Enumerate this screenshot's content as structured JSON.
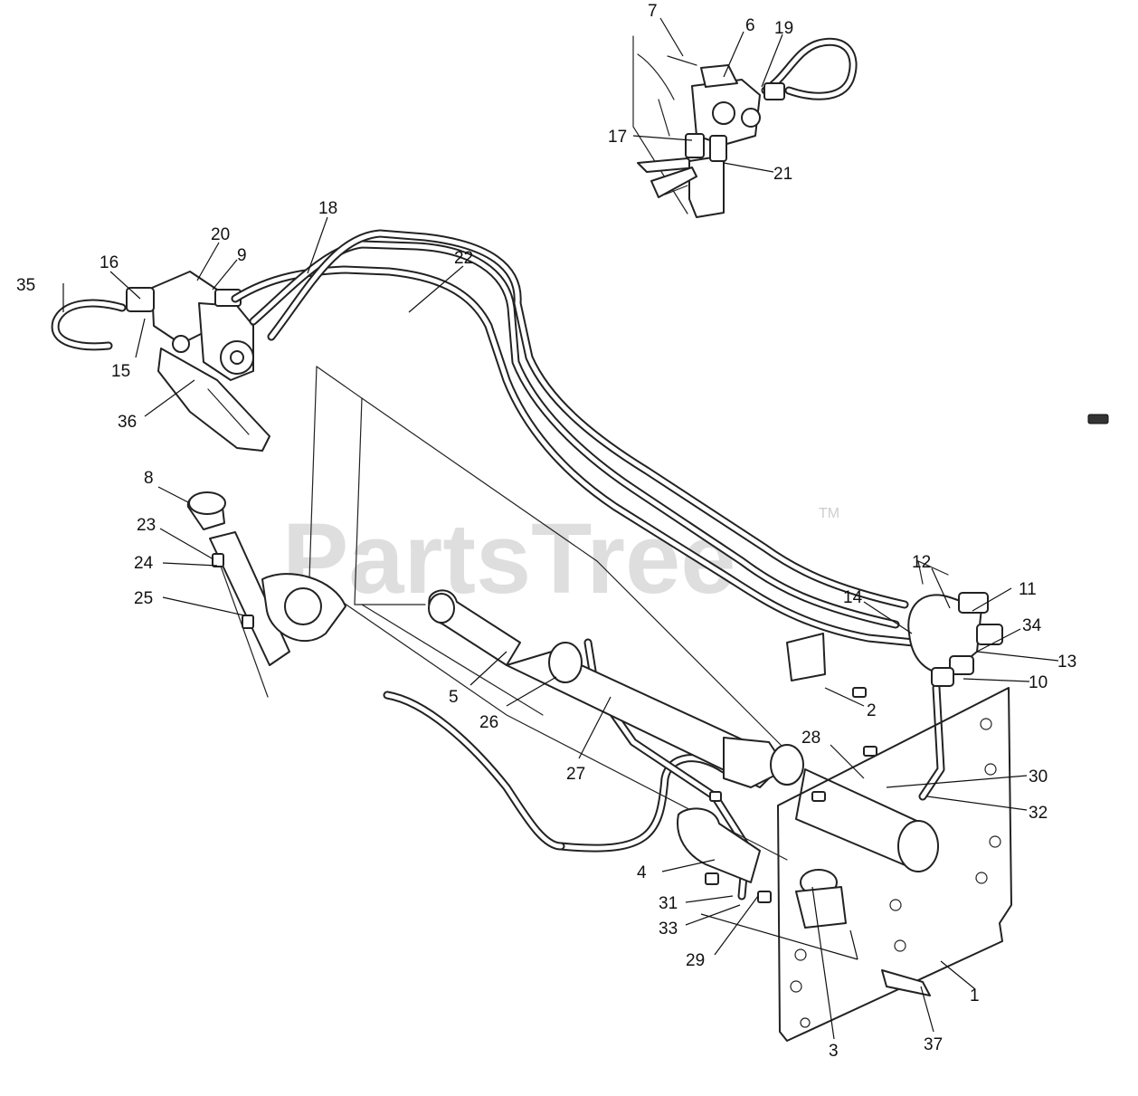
{
  "watermark": {
    "text": "PartsTree",
    "tm": "TM"
  },
  "callouts": [
    {
      "id": "1",
      "label": "1"
    },
    {
      "id": "2",
      "label": "2"
    },
    {
      "id": "3",
      "label": "3"
    },
    {
      "id": "4",
      "label": "4"
    },
    {
      "id": "5",
      "label": "5"
    },
    {
      "id": "6",
      "label": "6"
    },
    {
      "id": "7",
      "label": "7"
    },
    {
      "id": "8",
      "label": "8"
    },
    {
      "id": "9",
      "label": "9"
    },
    {
      "id": "10",
      "label": "10"
    },
    {
      "id": "11",
      "label": "11"
    },
    {
      "id": "12",
      "label": "12"
    },
    {
      "id": "13",
      "label": "13"
    },
    {
      "id": "14",
      "label": "14"
    },
    {
      "id": "15",
      "label": "15"
    },
    {
      "id": "16",
      "label": "16"
    },
    {
      "id": "17",
      "label": "17"
    },
    {
      "id": "18",
      "label": "18"
    },
    {
      "id": "19",
      "label": "19"
    },
    {
      "id": "20",
      "label": "20"
    },
    {
      "id": "21",
      "label": "21"
    },
    {
      "id": "22",
      "label": "22"
    },
    {
      "id": "23",
      "label": "23"
    },
    {
      "id": "24",
      "label": "24"
    },
    {
      "id": "25",
      "label": "25"
    },
    {
      "id": "26",
      "label": "26"
    },
    {
      "id": "27",
      "label": "27"
    },
    {
      "id": "28",
      "label": "28"
    },
    {
      "id": "29",
      "label": "29"
    },
    {
      "id": "30",
      "label": "30"
    },
    {
      "id": "31",
      "label": "31"
    },
    {
      "id": "32",
      "label": "32"
    },
    {
      "id": "33",
      "label": "33"
    },
    {
      "id": "34",
      "label": "34"
    },
    {
      "id": "35",
      "label": "35"
    },
    {
      "id": "36",
      "label": "36"
    },
    {
      "id": "37",
      "label": "37"
    }
  ]
}
